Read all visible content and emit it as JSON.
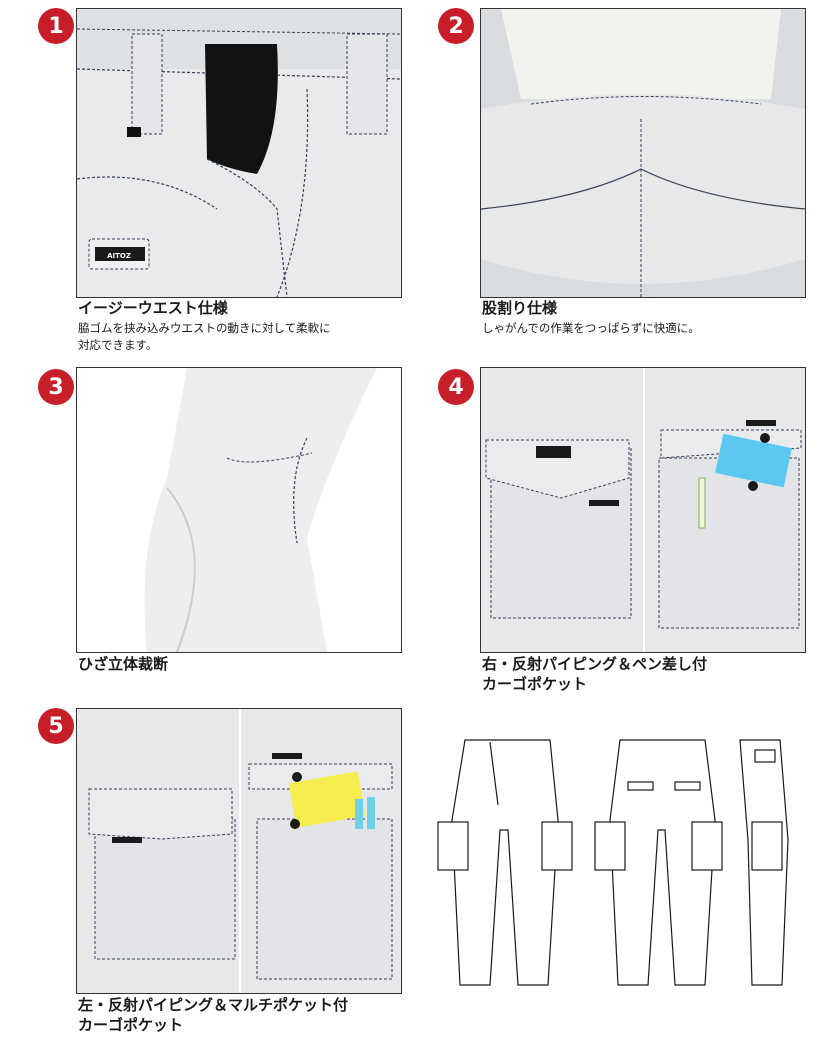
{
  "features": [
    {
      "number": "1",
      "title": "イージーウエスト仕様",
      "description_lines": [
        "脇ゴムを挟み込みウエストの動きに対して柔軟に",
        "対応できます。"
      ]
    },
    {
      "number": "2",
      "title": "股割り仕様",
      "description_lines": [
        "しゃがんでの作業をつっぱらずに快適に。"
      ]
    },
    {
      "number": "3",
      "title": "ひざ立体裁断",
      "description_lines": []
    },
    {
      "number": "4",
      "title": "右・反射パイピング＆ペン差し付",
      "title_line2": "カーゴポケット",
      "description_lines": []
    },
    {
      "number": "5",
      "title": "左・反射パイピング＆マルチポケット付",
      "title_line2": "カーゴポケット",
      "description_lines": []
    }
  ],
  "brand_label": "AITOZ",
  "colors": {
    "badge": "#c81e2a",
    "fabric": "#e6e8ea",
    "stitch": "#3a3f55"
  }
}
